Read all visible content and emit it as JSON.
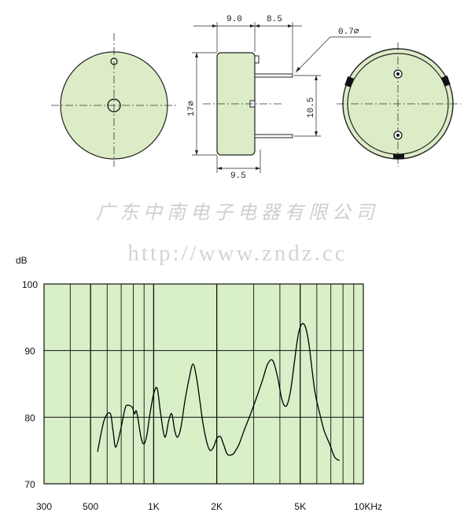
{
  "drawing": {
    "dim_top_left": "9.0",
    "dim_top_right": "8.5",
    "dim_pin_diameter": "0.7∅",
    "dim_body_diameter": "17∅",
    "dim_pin_spacing": "10.5",
    "dim_bottom": "9.5"
  },
  "watermark": {
    "company": "广东中南电子电器有限公司",
    "url": "http://www.zndz.cc"
  },
  "colors": {
    "component_fill": "#dcecc7",
    "chart_bg": "#d9efc8",
    "line": "#000000"
  },
  "chart_data": {
    "type": "line",
    "ylabel": "dB",
    "xlabel": "",
    "y_ticks": [
      100,
      90,
      80,
      70
    ],
    "ylim": [
      70,
      100
    ],
    "x_scale": "log",
    "x_tick_labels": [
      "300",
      "500",
      "1K",
      "2K",
      "5K",
      "10KHz"
    ],
    "x_tick_values": [
      300,
      500,
      1000,
      2000,
      5000,
      10000
    ],
    "xlim": [
      300,
      10000
    ],
    "grid": true,
    "series": [
      {
        "x": [
          540,
          580,
          620,
          640,
          660,
          700,
          730,
          750,
          790,
          810,
          830,
          870,
          900,
          930,
          960,
          1000,
          1040,
          1080,
          1130,
          1180,
          1220,
          1260,
          1300,
          1350,
          1410,
          1480,
          1540,
          1600,
          1660,
          1720,
          1800,
          1860,
          1930,
          2000,
          2080,
          2150,
          2230,
          2300,
          2400,
          2480,
          2560,
          2700,
          2900,
          3100,
          3300,
          3500,
          3700,
          3900,
          4100,
          4300,
          4500,
          4700,
          4900,
          5100,
          5300,
          5500,
          5700,
          5900,
          6200,
          6500,
          6900,
          7300,
          7700
        ],
        "y": [
          74.8,
          79.5,
          80.6,
          78.0,
          75.5,
          78.5,
          81.3,
          81.8,
          81.5,
          80.5,
          80.8,
          77.0,
          76.0,
          77.5,
          80.5,
          83.5,
          84.3,
          80.5,
          77.0,
          79.5,
          80.5,
          78.0,
          77.0,
          78.5,
          82.5,
          86.0,
          88.0,
          86.0,
          82.5,
          79.0,
          76.0,
          75.0,
          75.5,
          76.8,
          77.1,
          76.0,
          74.6,
          74.3,
          74.5,
          75.2,
          76.0,
          78.0,
          80.5,
          83.0,
          85.5,
          88.0,
          88.5,
          86.0,
          82.5,
          81.7,
          84.0,
          88.5,
          92.5,
          94.0,
          93.5,
          91.0,
          87.0,
          83.5,
          80.5,
          78.0,
          76.0,
          74.0,
          73.5
        ]
      }
    ]
  }
}
